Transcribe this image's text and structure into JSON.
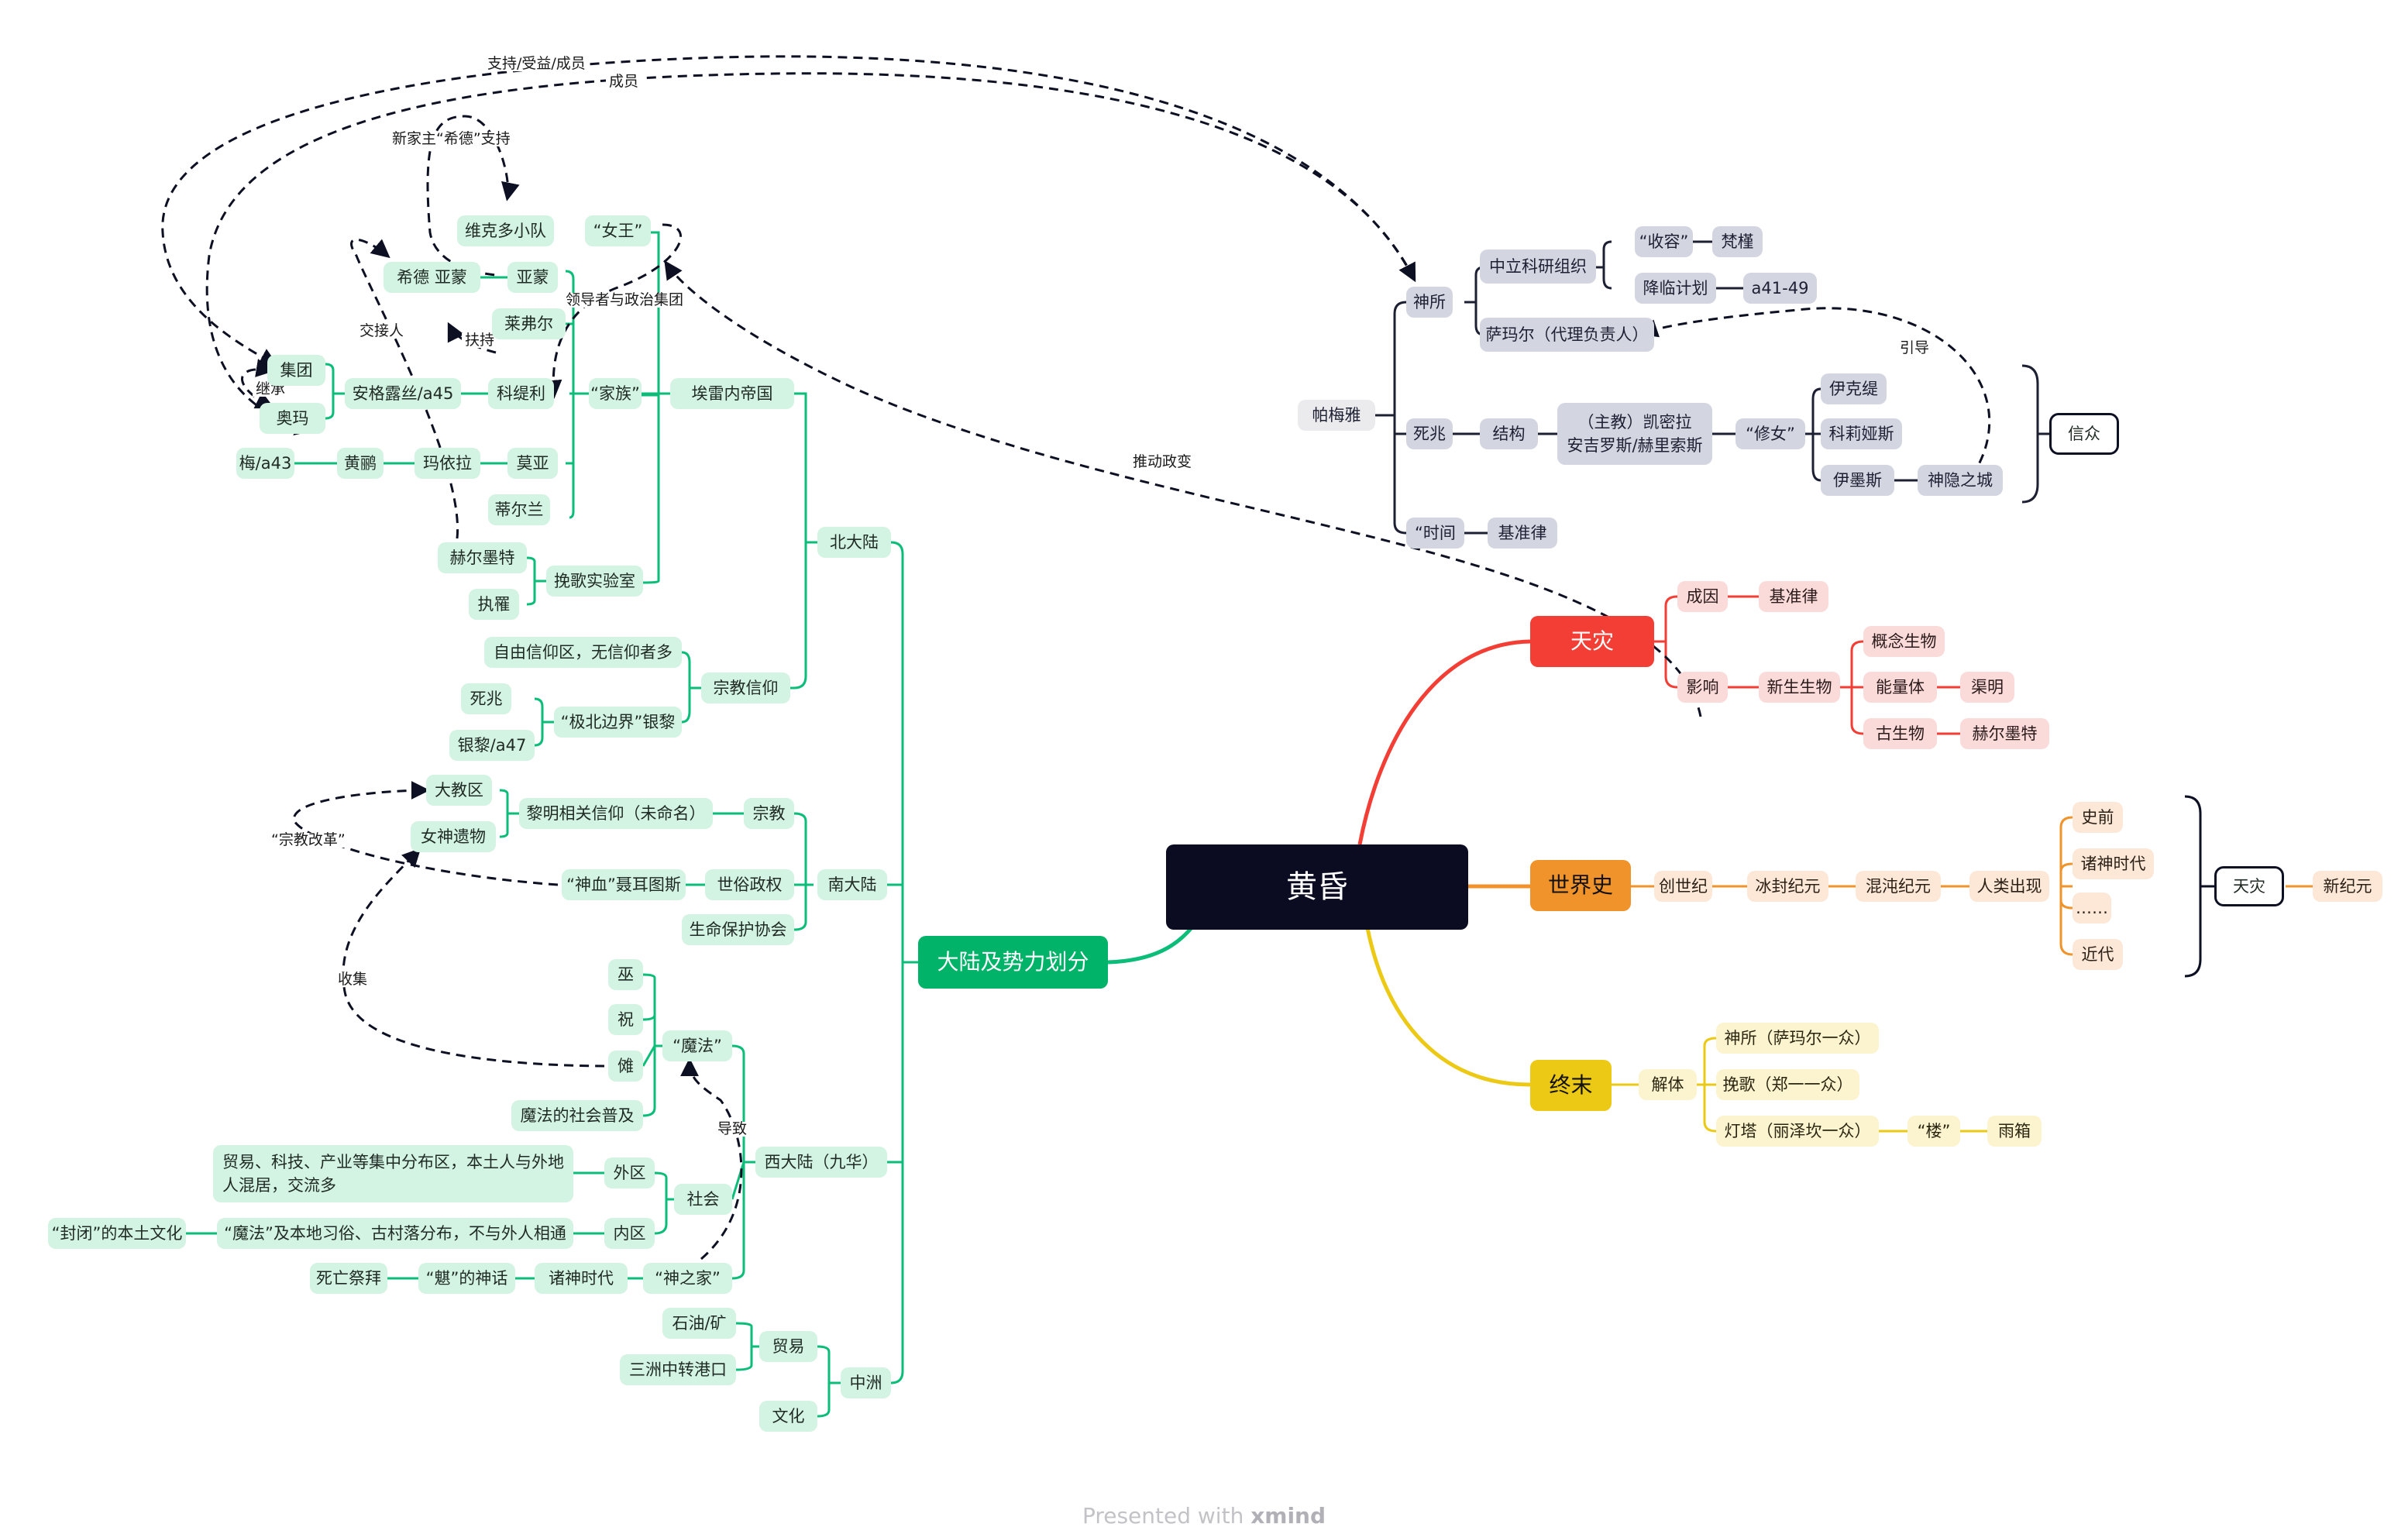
{
  "footer": {
    "prefix": "Presented with",
    "brand": "xmind"
  },
  "center": "黄昏",
  "main": {
    "dalu": "大陆及势力划分",
    "tianzai": "天灾",
    "shijieshi": "世界史",
    "zhongmo": "终末"
  },
  "north": {
    "label": "北大陆",
    "empire": "埃雷内帝国",
    "family": "“家族”",
    "queen": "“女王”",
    "victoria": "维克多小队",
    "yameng": "亚蒙",
    "xide": "希德 亚蒙",
    "laifuer": "莱弗尔",
    "keti": "科缇利",
    "angela": "安格露丝/a45",
    "jituan": "集团",
    "aoma": "奥玛",
    "moya": "莫亚",
    "mayi": "玛依拉",
    "huangpeng": "黄鹂",
    "mei": "梅/a43",
    "dier": "蒂尔兰",
    "lab": "挽歌实验室",
    "heermote": "赫尔墨特",
    "zhiguan": "执罹",
    "religion": "宗教信仰",
    "free": "自由信仰区，无信仰者多",
    "jibei": "“极北边界”银黎",
    "sizhao": "死兆",
    "yinli": "银黎/a47"
  },
  "south": {
    "label": "南大陆",
    "religion": "宗教",
    "secular": "世俗政权",
    "protect": "生命保护协会",
    "liming": "黎明相关信仰（未命名）",
    "dajiaoqu": "大教区",
    "goddess": "女神遗物",
    "shenxue": "“神血”聂耳图斯"
  },
  "west": {
    "label": "西大陆（九华）",
    "magic": "“魔法”",
    "wu": "巫",
    "zhu": "祝",
    "nuo": "傩",
    "popular": "魔法的社会普及",
    "society": "社会",
    "waiqu": "外区",
    "neiqu": "内区",
    "waiqu_desc": "贸易、科技、产业等集中分布区，本土人与外地人混居，交流多",
    "neiqu_desc": "“魔法”及本地习俗、古村落分布，不与外人相通",
    "closed": "“封闭”的本土文化",
    "shenzhijia": "“神之家”",
    "zhushen": "诸神时代",
    "bao": "“魌”的神话",
    "siwang": "死亡祭拜"
  },
  "middle": {
    "label": "中洲",
    "trade": "贸易",
    "culture": "文化",
    "oil": "石油/矿",
    "port": "三洲中转港口"
  },
  "pamea": {
    "label": "帕梅雅",
    "shensuo": "神所",
    "zhongli": "中立科研组织",
    "shourong": "“收容”",
    "fanjin": "梵槿",
    "jianglin": "降临计划",
    "a41": "a41-49",
    "samaer": "萨玛尔（代理负责人）",
    "sizhao": "死兆",
    "jiegou": "结构",
    "kaimila": "（主教）凯密拉\n安吉罗斯/赫里索斯",
    "xiunv": "“修女”",
    "yiketi": "伊克缇",
    "kelisi": "科莉娅斯",
    "yimosi": "伊墨斯",
    "shenyin": "神隐之城",
    "shijian": "“时间",
    "jizhunlv": "基准律",
    "xinzhong": "信众"
  },
  "tianzai": {
    "chengyin": "成因",
    "jizhunlv": "基准律",
    "yingxiang": "影响",
    "xinsheng": "新生生物",
    "gainian": "概念生物",
    "nengliang": "能量体",
    "quming": "渠明",
    "gusheng": "古生物",
    "heermote": "赫尔墨特"
  },
  "history": {
    "chuangshi": "创世纪",
    "bingfeng": "冰封纪元",
    "hundun": "混沌纪元",
    "renlei": "人类出现",
    "shiqian": "史前",
    "zhushen": "诸神时代",
    "dots": "……",
    "jindai": "近代",
    "tianzai": "天灾",
    "xinjiyuan": "新纪元"
  },
  "ending": {
    "jieti": "解体",
    "shensuo": "神所（萨玛尔一众）",
    "wange": "挽歌（郑一一众）",
    "dengta": "灯塔（丽泽坎一众）",
    "lou": "“楼”",
    "yuxiang": "雨箱"
  },
  "relations": {
    "zhichi": "支持/受益/成员",
    "chengyuan": "成员",
    "xinjiazhu": "新家主“希德”支持",
    "lingdao": "领导者与政治集团",
    "jiaojie": "交接人",
    "fuchi": "扶持",
    "jicheng": "继承",
    "tuidong": "推动政变",
    "yindao": "引导",
    "gaige": "“宗教改革”",
    "shouji": "收集",
    "daozhi": "导致"
  },
  "colors": {
    "green_line": "#0bbd78",
    "red_line": "#f23e35",
    "orange_line": "#f0932b",
    "yellow_line": "#ecc914",
    "gray_line": "#1d2033",
    "dash_line": "#0d1023"
  }
}
